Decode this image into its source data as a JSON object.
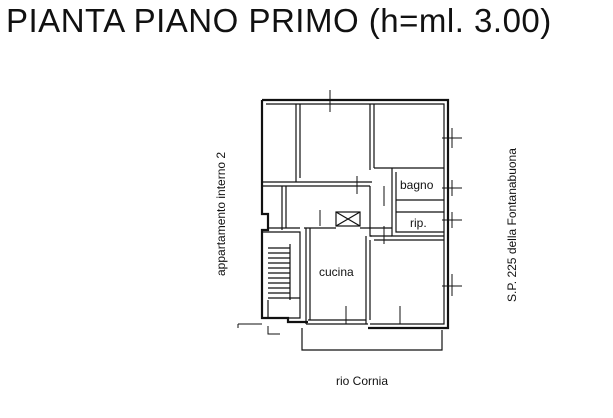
{
  "title": "PIANTA PIANO PRIMO (h=ml. 3.00)",
  "rooms": {
    "bagno": "bagno",
    "rip": "rip.",
    "cucina": "cucina"
  },
  "surroundings": {
    "left": "appartamento interno 2",
    "right": "S.P. 225 della Fontanabuona",
    "bottom": "rio Cornia"
  },
  "colors": {
    "ink": "#111111",
    "background": "#ffffff"
  }
}
